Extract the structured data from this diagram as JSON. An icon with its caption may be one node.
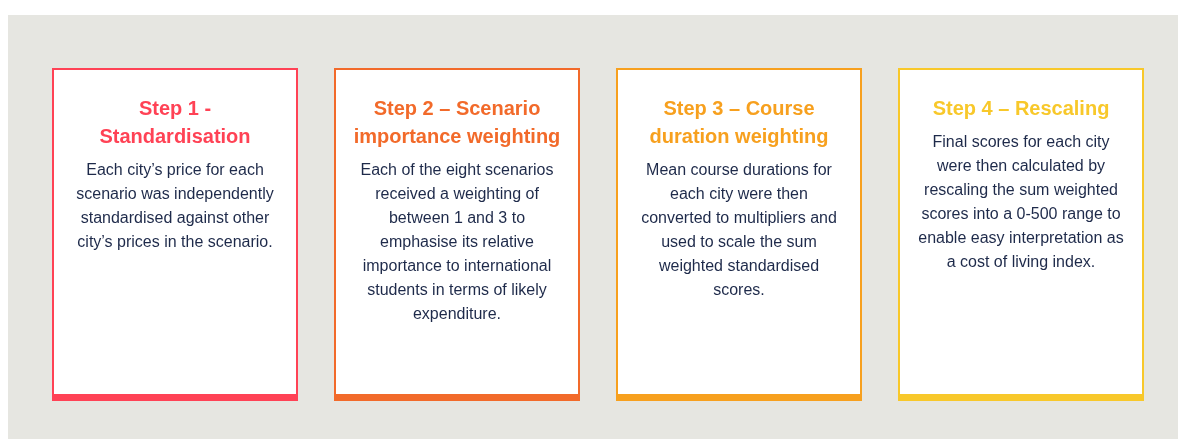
{
  "diagram": {
    "nodes": [
      {
        "text": [
          "Step 1 - Standardisation",
          "Each city’s price for each scenario was independently standardised against other city’s prices in the scenario."
        ]
      },
      {
        "text": [
          "Step 2 – Scenario importance weighting",
          "Each of the eight scenarios received a weighting of between 1 and 3 to emphasise its relative importance to international students in terms of likely expenditure."
        ]
      },
      {
        "text": [
          "Step 3 – Course duration weighting",
          "Mean course durations for each city were then converted to multipliers and used to scale the sum weighted standardised scores."
        ]
      },
      {
        "text": [
          "Step 4 – Rescaling",
          "Final scores for each city were then calculated by rescaling the sum weighted scores into a 0-500 range to enable easy interpretation as a cost of living index."
        ]
      }
    ]
  }
}
